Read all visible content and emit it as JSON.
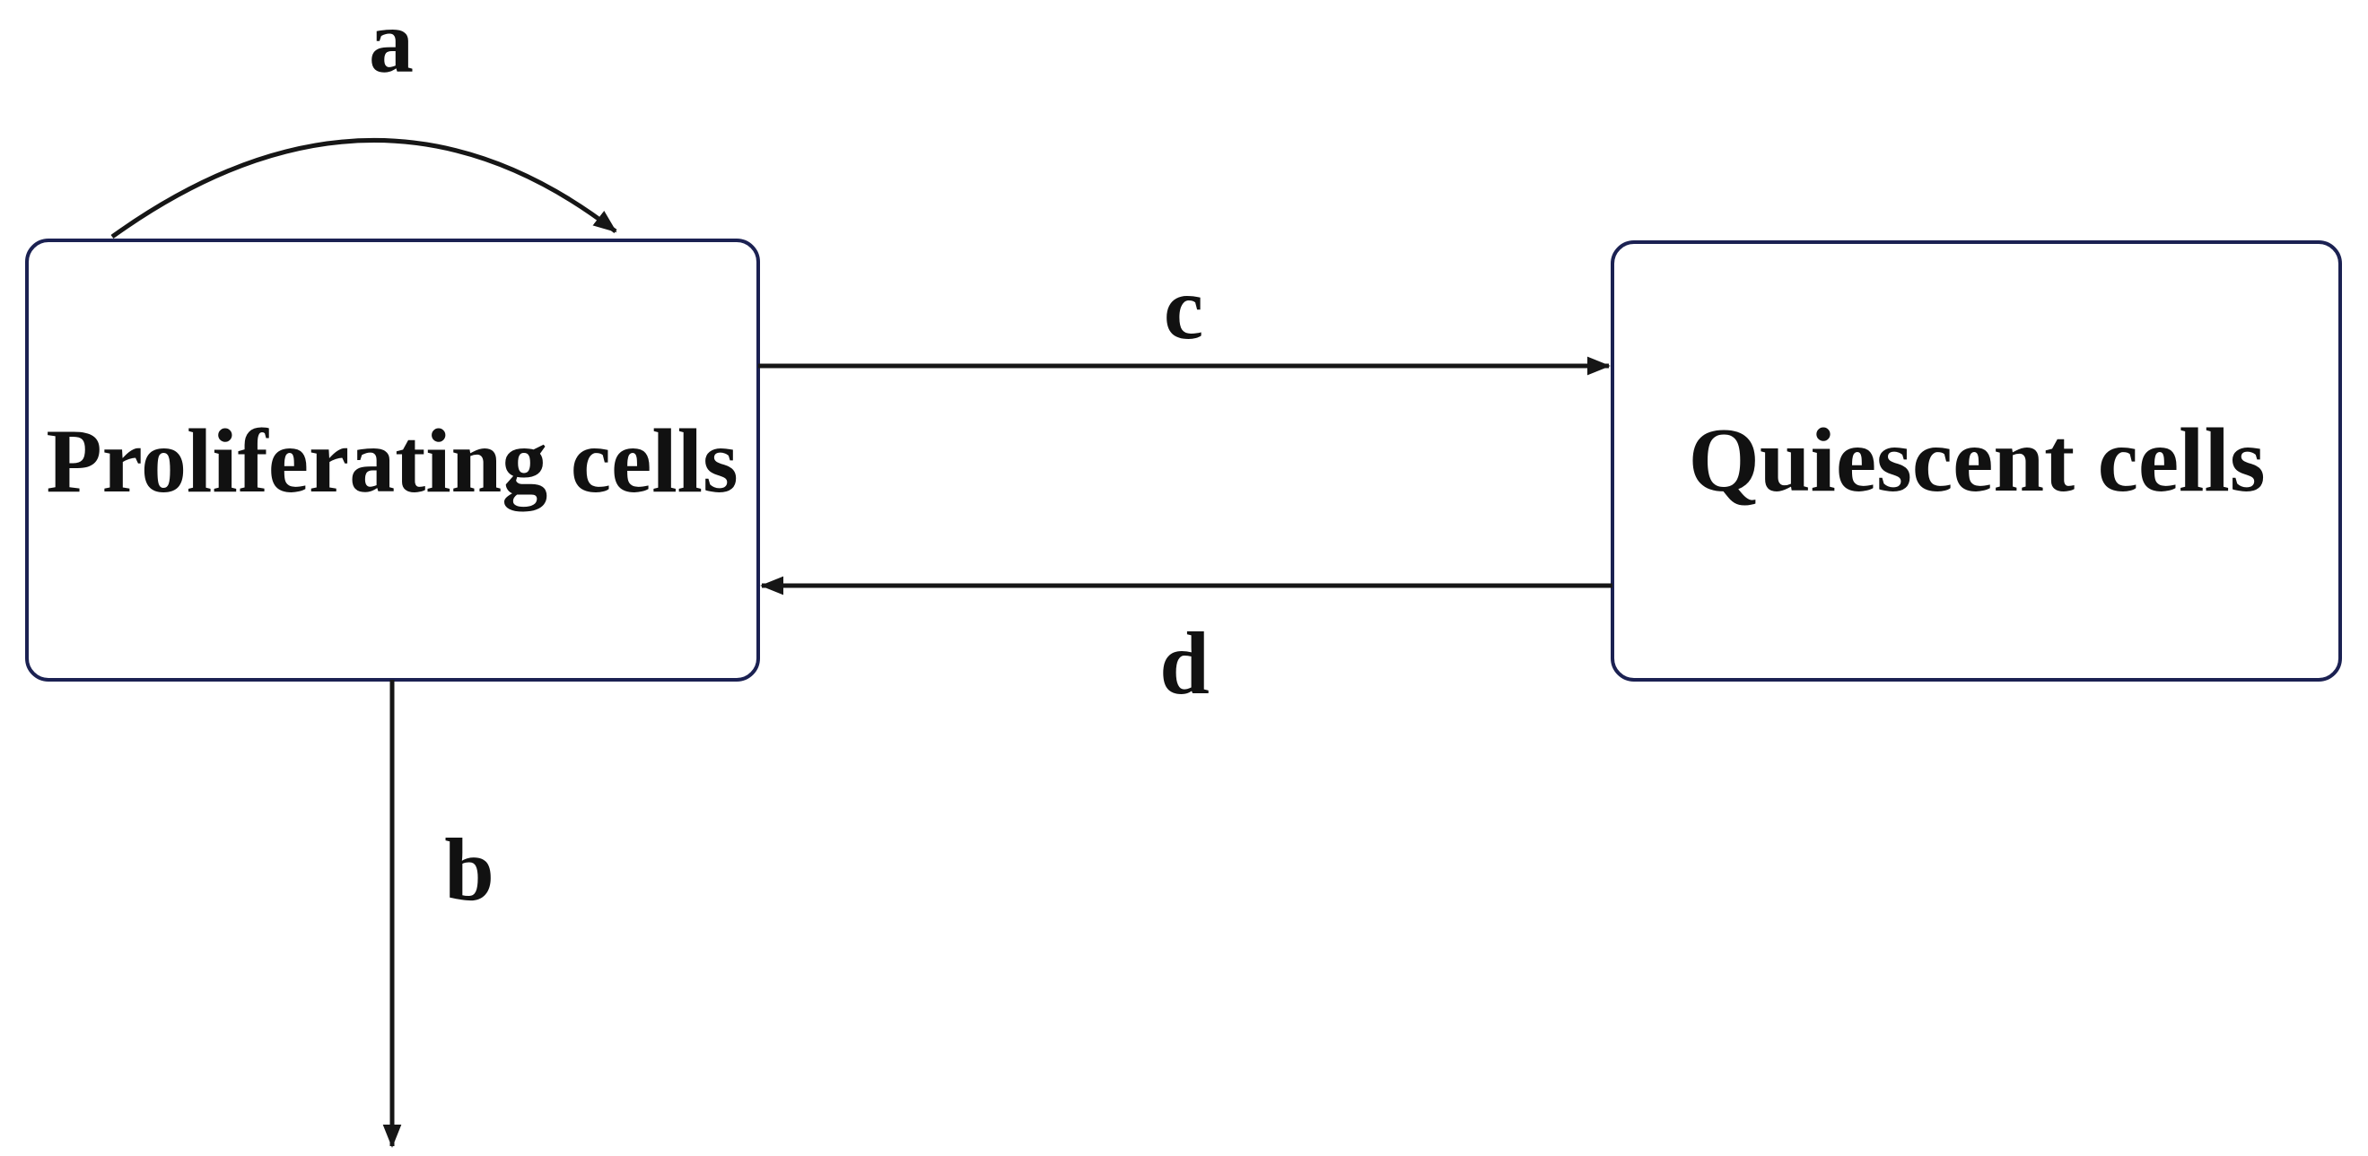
{
  "diagram": {
    "nodes": {
      "proliferating": {
        "label": "Proliferating cells"
      },
      "quiescent": {
        "label": "Quiescent cells"
      }
    },
    "edge_labels": {
      "a": "a",
      "b": "b",
      "c": "c",
      "d": "d"
    },
    "colors": {
      "background": "#ffffff",
      "box_fill": "#ffffff",
      "box_border": "#1b2152",
      "arrow": "#161616",
      "label_text": "#111111"
    }
  }
}
